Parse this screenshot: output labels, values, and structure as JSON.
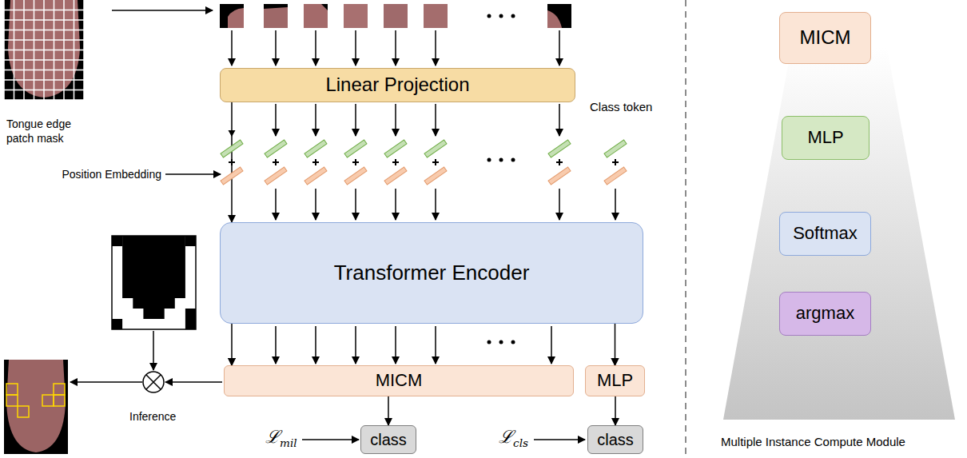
{
  "diagram": {
    "nodes": [
      {
        "text": [
          "Linear Projection"
        ]
      },
      {
        "text": [
          "Transformer Encoder"
        ]
      },
      {
        "text": [
          "MICM"
        ]
      },
      {
        "text": [
          "MLP"
        ]
      },
      {
        "text": [
          "class"
        ]
      },
      {
        "text": [
          "class"
        ]
      },
      {
        "text": [
          "MICM"
        ]
      },
      {
        "text": [
          "MLP"
        ]
      },
      {
        "text": [
          "Softmax"
        ]
      },
      {
        "text": [
          "argmax"
        ]
      }
    ],
    "edges": [
      {
        "from": 0,
        "to": 1,
        "arrow": "to"
      },
      {
        "from": 1,
        "to": 2,
        "arrow": "to"
      },
      {
        "from": 1,
        "to": 3,
        "arrow": "to"
      },
      {
        "from": 2,
        "to": 4,
        "arrow": "to"
      },
      {
        "from": 3,
        "to": 5,
        "arrow": "to"
      },
      {
        "from": 7,
        "to": 8,
        "arrow": "none"
      },
      {
        "from": 8,
        "to": 9,
        "arrow": "none"
      }
    ],
    "labels": [
      "Class token",
      "Position Embedding",
      "Tongue edge patch mask",
      "Inference",
      "ℒmil",
      "ℒcls",
      "Multiple Instance Compute Module"
    ]
  }
}
